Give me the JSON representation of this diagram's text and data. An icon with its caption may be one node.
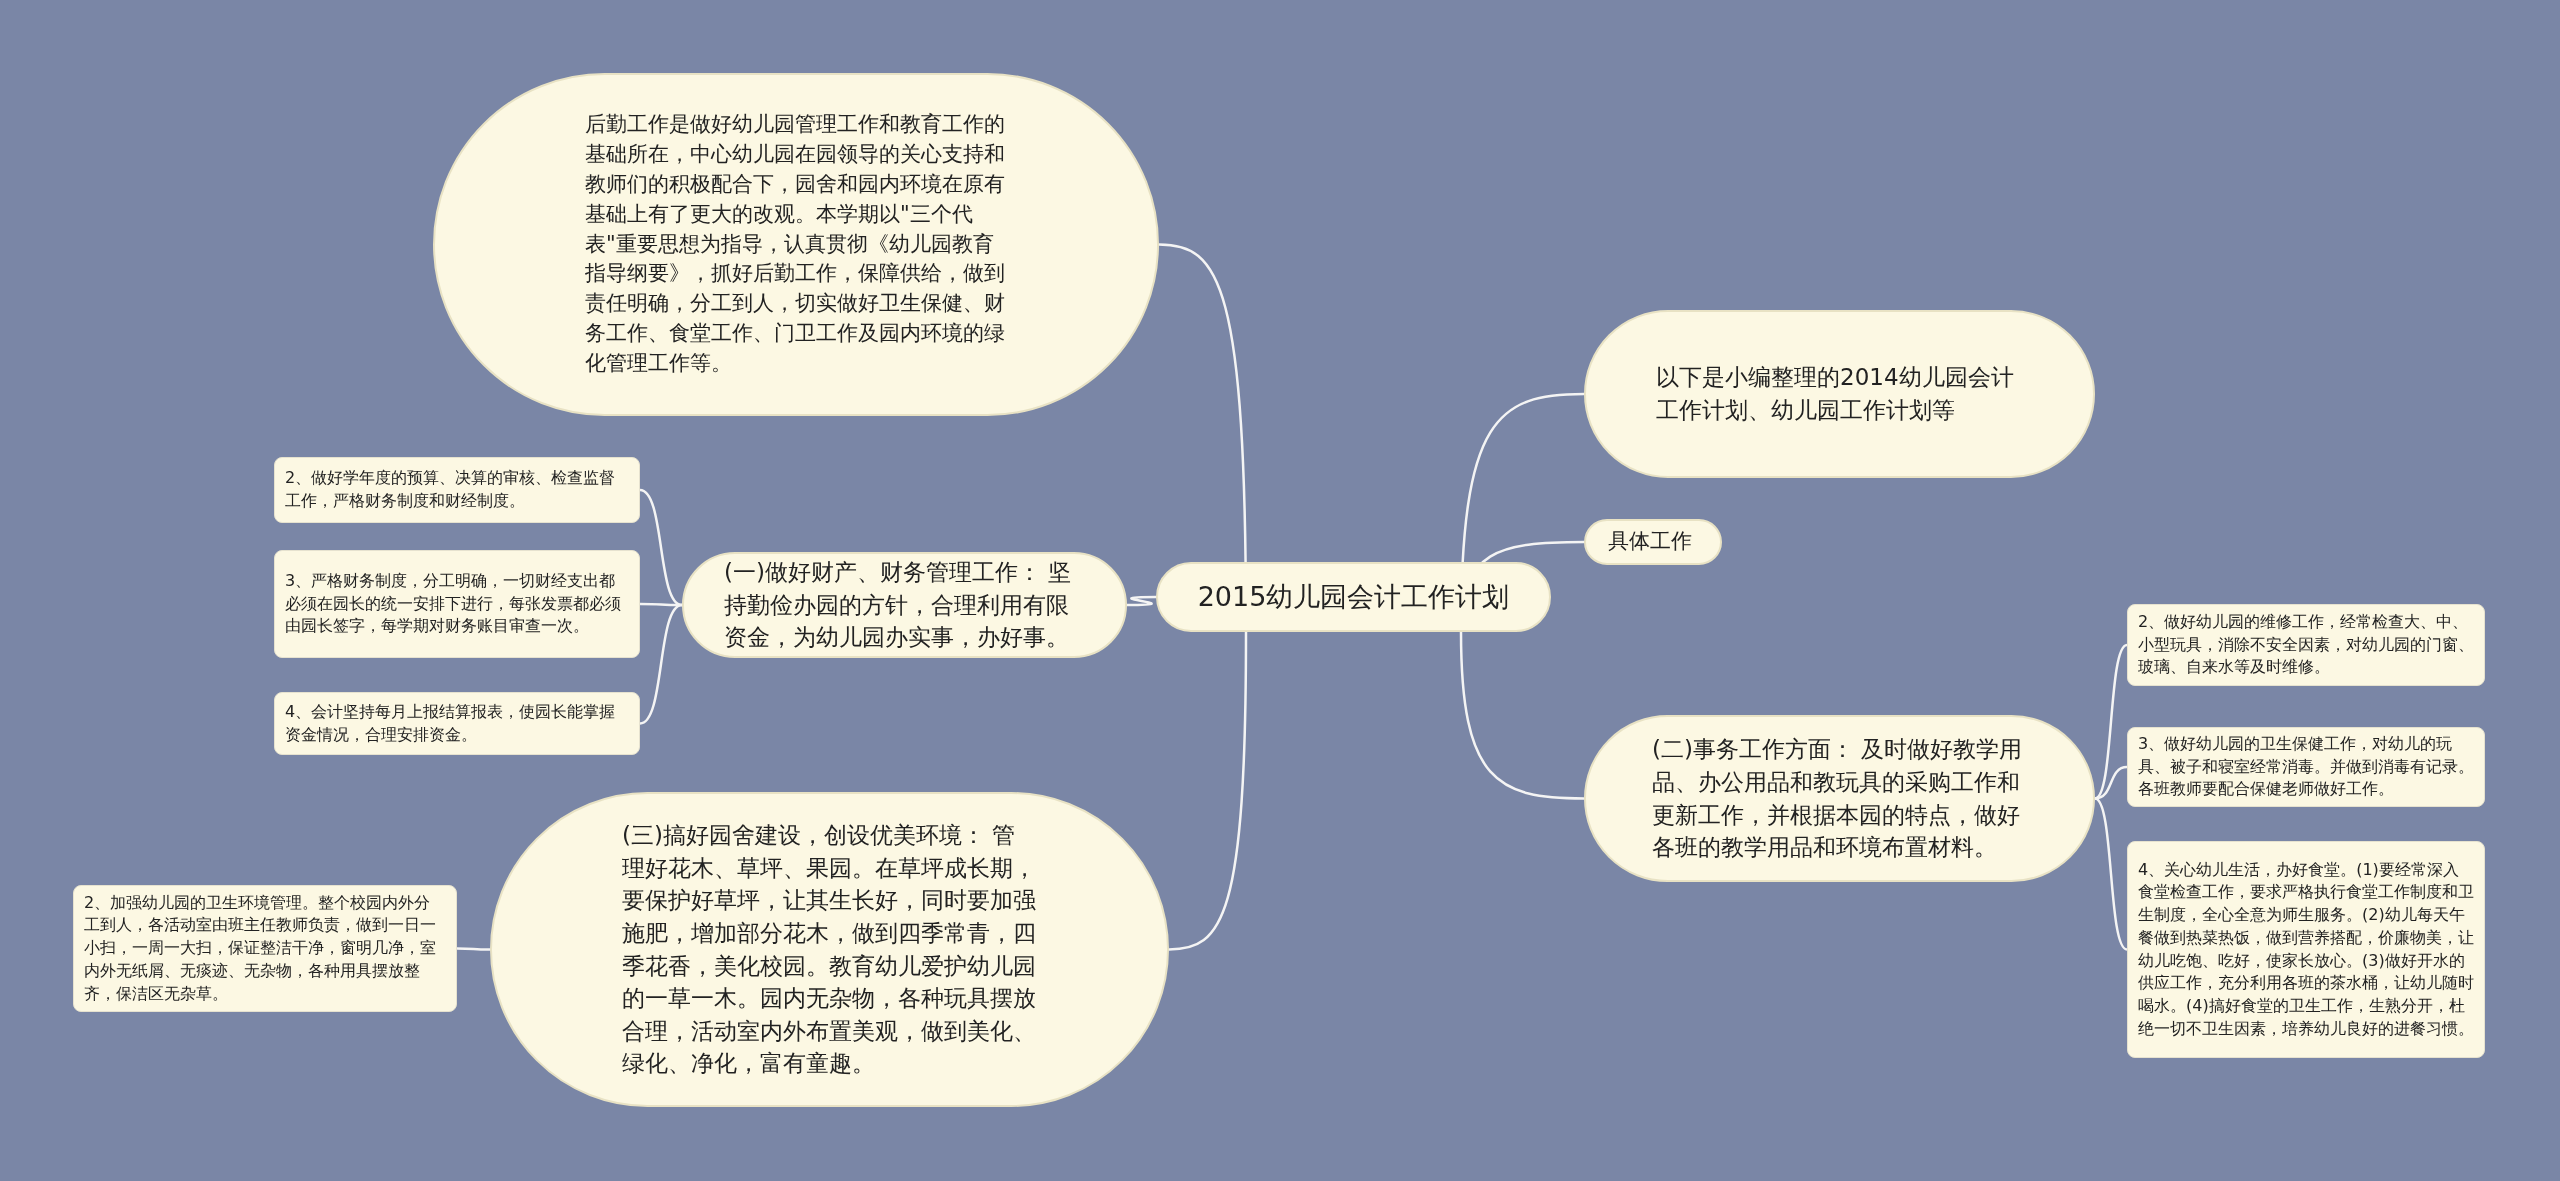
{
  "diagram": {
    "nodes": [
      {
        "text": [
          "2015幼儿园会计工作计划"
        ]
      },
      {
        "text": [
          "后勤工作是做好幼儿园管理工作和教育工作的基础所在，中心幼儿园在园领导的关心支持和教师们的积极配合下，园舍和园内环境在原有基础上有了更大的改观。本学期以\"三个代表\"重要思想为指导，认真贯彻《幼儿园教育指导纲要》，抓好后勤工作，保障供给，做到责任明确，分工到人，切实做好卫生保健、财务工作、食堂工作、门卫工作及园内环境的绿化管理工作等。"
        ]
      },
      {
        "text": [
          "以下是小编整理的2014幼儿园会计工作计划、幼儿园工作计划等"
        ]
      },
      {
        "text": [
          "具体工作"
        ]
      },
      {
        "text": [
          "(二)事务工作方面： 及时做好教学用品、办公用品和教玩具的采购工作和更新工作，并根据本园的特点，做好各班的教学用品和环境布置材料。"
        ]
      },
      {
        "text": [
          "(一)做好财产、财务管理工作： 坚持勤俭办园的方针，合理利用有限资金，为幼儿园办实事，办好事。"
        ]
      },
      {
        "text": [
          "(三)搞好园舍建设，创设优美环境： 管理好花木、草坪、果园。在草坪成长期，要保护好草坪，让其生长好，同时要加强施肥，增加部分花木，做到四季常青，四季花香，美化校园。教育幼儿爱护幼儿园的一草一木。园内无杂物，各种玩具摆放合理，活动室内外布置美观，做到美化、绿化、净化，富有童趣。"
        ]
      },
      {
        "text": [
          "2、做好学年度的预算、决算的审核、检查监督工作，严格财务制度和财经制度。"
        ]
      },
      {
        "text": [
          "3、严格财务制度，分工明确，一切财经支出都必须在园长的统一安排下进行，每张发票都必须由园长签字，每学期对财务账目审查一次。"
        ]
      },
      {
        "text": [
          "4、会计坚持每月上报结算报表，使园长能掌握资金情况，合理安排资金。"
        ]
      },
      {
        "text": [
          "2、加强幼儿园的卫生环境管理。整个校园内外分工到人，各活动室由班主任教师负责，做到一日一小扫，一周一大扫，保证整洁干净，窗明几净，室内外无纸屑、无痰迹、无杂物，各种用具摆放整齐，保洁区无杂草。"
        ]
      },
      {
        "text": [
          "2、做好幼儿园的维修工作，经常检查大、中、小型玩具，消除不安全因素，对幼儿园的门窗、玻璃、自来水等及时维修。"
        ]
      },
      {
        "text": [
          "3、做好幼儿园的卫生保健工作，对幼儿的玩具、被子和寝室经常消毒。并做到消毒有记录。各班教师要配合保健老师做好工作。"
        ]
      },
      {
        "text": [
          "4、关心幼儿生活，办好食堂。(1)要经常深入食堂检查工作，要求严格执行食堂工作制度和卫生制度，全心全意为师生服务。(2)幼儿每天午餐做到热菜热饭，做到营养搭配，价廉物美，让幼儿吃饱、吃好，使家长放心。(3)做好开水的供应工作，充分利用各班的茶水桶，让幼儿随时喝水。(4)搞好食堂的卫生工作，生熟分开，杜绝一切不卫生因素，培养幼儿良好的进餐习惯。"
        ]
      }
    ],
    "edges": [
      {
        "from": 0,
        "to": 1,
        "arrow": "none"
      },
      {
        "from": 0,
        "to": 2,
        "arrow": "none"
      },
      {
        "from": 0,
        "to": 3,
        "arrow": "none"
      },
      {
        "from": 0,
        "to": 4,
        "arrow": "none"
      },
      {
        "from": 0,
        "to": 5,
        "arrow": "none"
      },
      {
        "from": 0,
        "to": 6,
        "arrow": "none"
      },
      {
        "from": 5,
        "to": 7,
        "arrow": "none"
      },
      {
        "from": 5,
        "to": 8,
        "arrow": "none"
      },
      {
        "from": 5,
        "to": 9,
        "arrow": "none"
      },
      {
        "from": 6,
        "to": 10,
        "arrow": "none"
      },
      {
        "from": 4,
        "to": 11,
        "arrow": "none"
      },
      {
        "from": 4,
        "to": 12,
        "arrow": "none"
      },
      {
        "from": 4,
        "to": 13,
        "arrow": "none"
      }
    ]
  }
}
